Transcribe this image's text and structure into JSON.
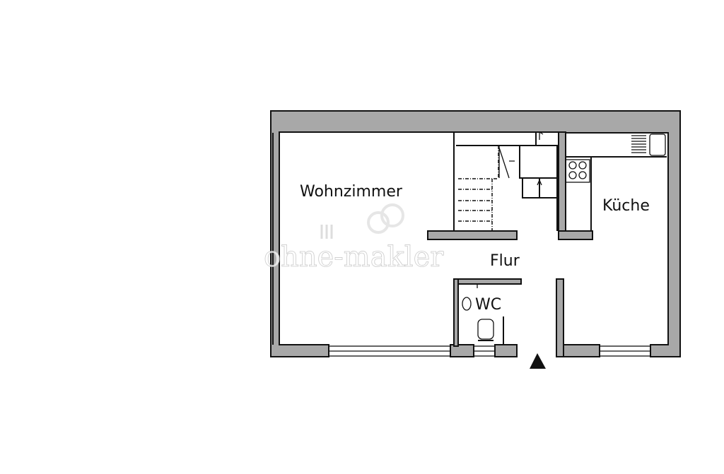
{
  "rooms": {
    "living": "Wohnzimmer",
    "kitchen": "Küche",
    "hall": "Flur",
    "wc": "WC"
  },
  "watermark": "ohne-makler",
  "colors": {
    "wall": "#a8a8a8",
    "line": "#111111"
  }
}
